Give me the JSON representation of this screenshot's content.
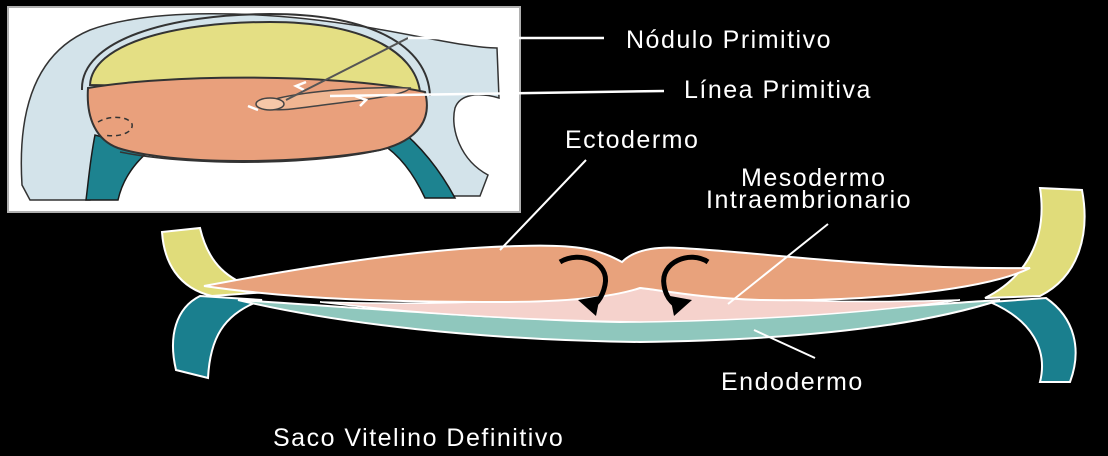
{
  "labels": {
    "nodulo_primitivo": "Nódulo Primitivo",
    "linea_primitiva": "Línea Primitiva",
    "ectodermo": "Ectodermo",
    "mesodermo_line1": "Mesodermo",
    "mesodermo_line2": "Intraembrionario",
    "endodermo": "Endodermo",
    "saco_vitelino": "Saco Vitelino Definitivo"
  },
  "colors": {
    "background": "#000000",
    "ectoderm": "#e8a27c",
    "mesoderm": "#f5d2cc",
    "endoderm": "#8fc7bd",
    "amnion": "#e0dc7a",
    "yolk_sac_wall": "#1a7f8e",
    "inset_background": "#ffffff",
    "inset_outer_tissue": "#cfe0e6"
  }
}
